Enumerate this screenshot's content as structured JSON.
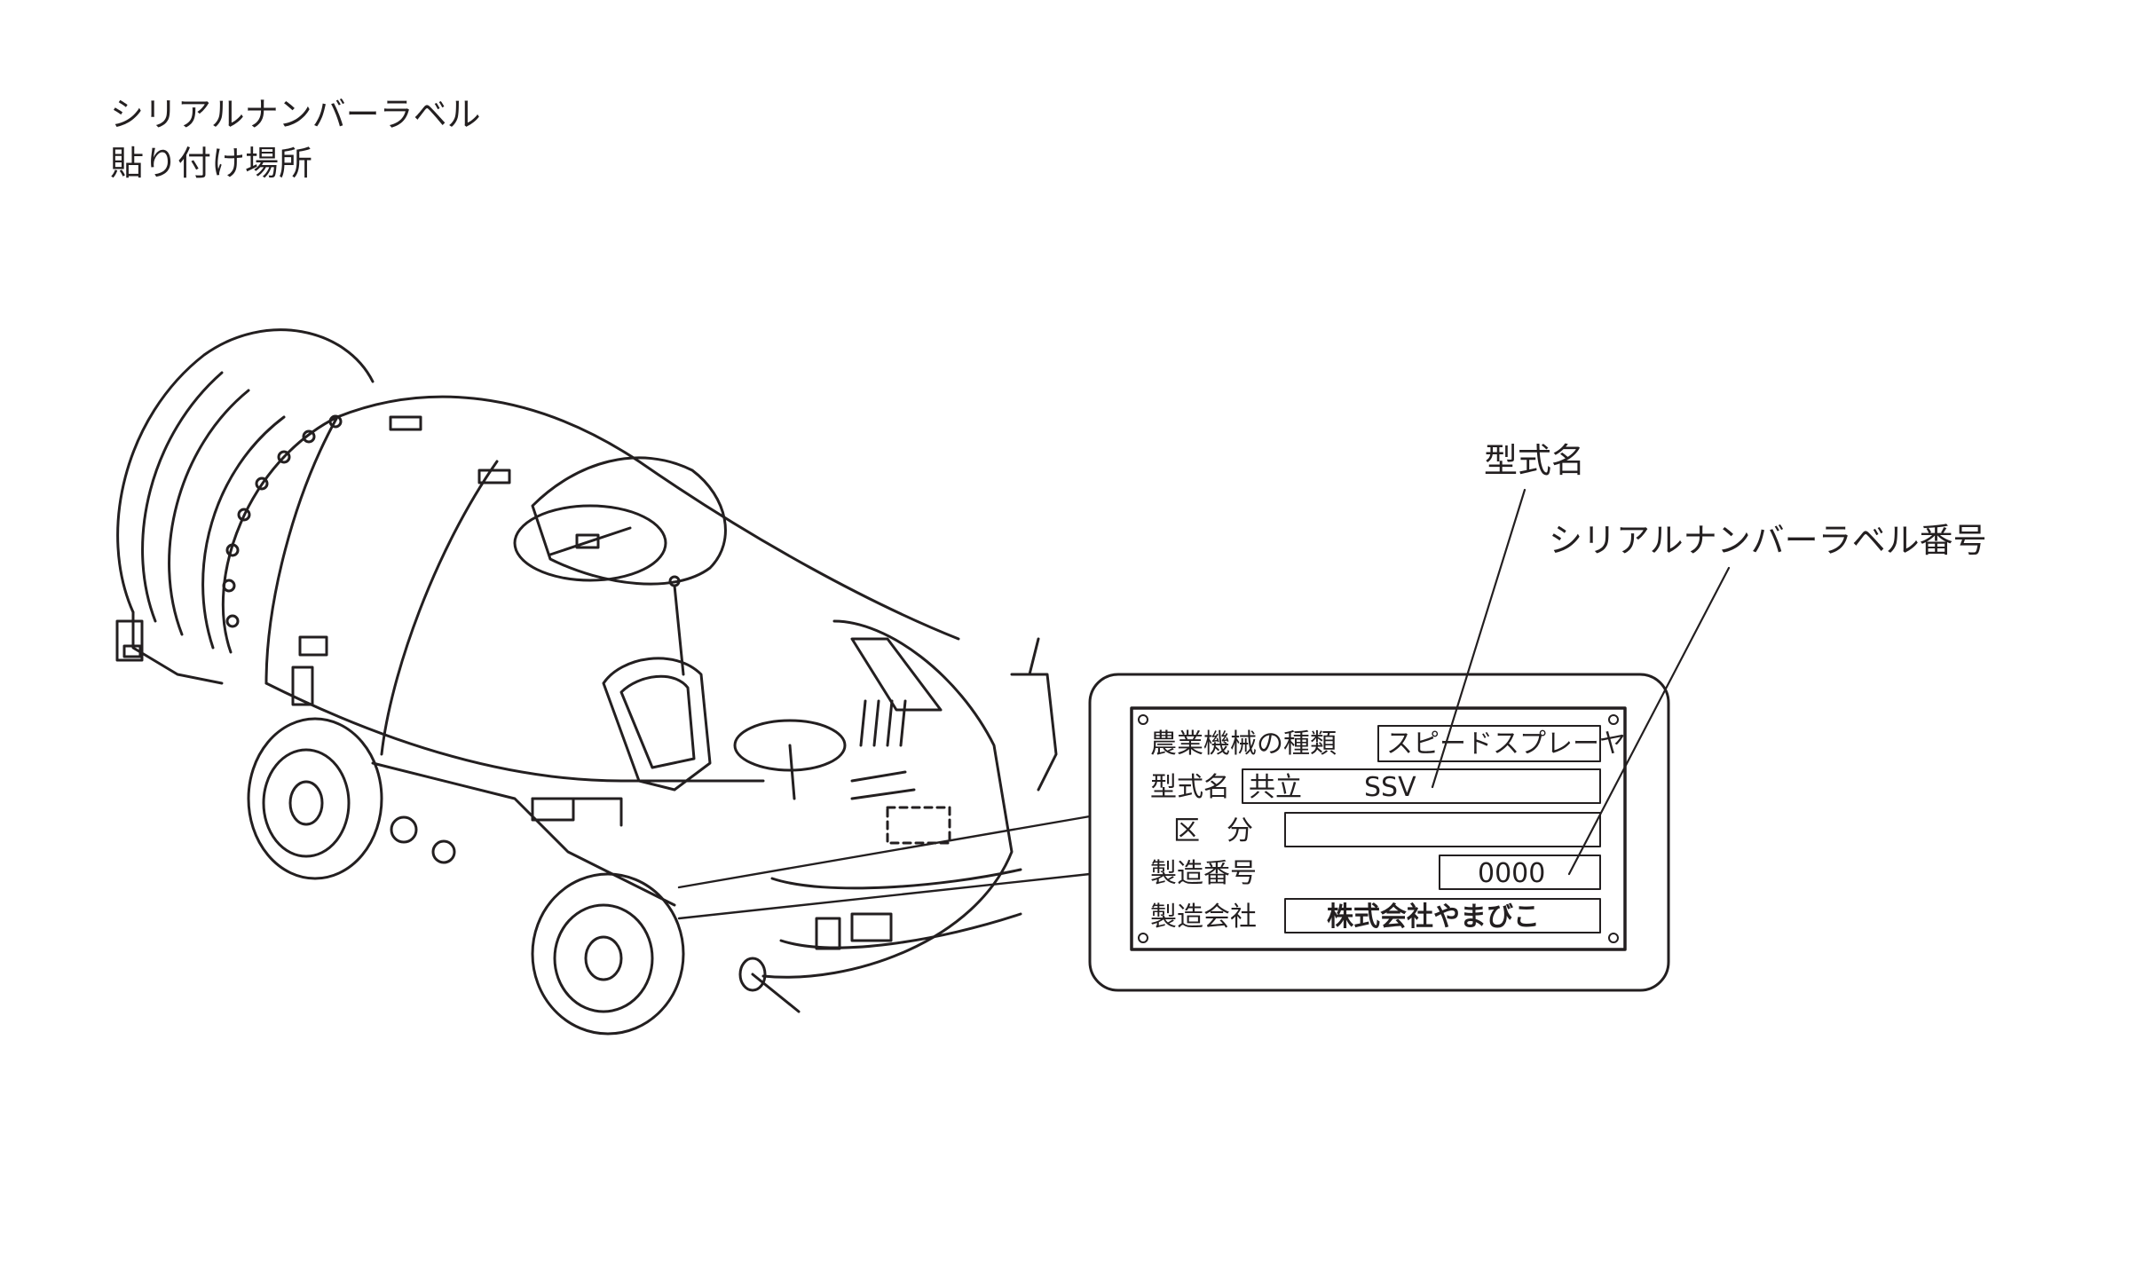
{
  "location_heading": {
    "line1": "シリアルナンバーラベル",
    "line2": "貼り付け場所"
  },
  "callouts": {
    "model_name": "型式名",
    "serial_number": "シリアルナンバーラベル番号"
  },
  "plate": {
    "rows": [
      {
        "label": "農業機械の種類",
        "value": "スピードスプレーヤ"
      },
      {
        "label": "型式名",
        "value_maker": "共立",
        "value_model": "SSV"
      },
      {
        "label": "区　分",
        "value": ""
      },
      {
        "label": "製造番号",
        "value": "0000"
      },
      {
        "label": "製造会社",
        "value": "株式会社やまびこ"
      }
    ]
  }
}
